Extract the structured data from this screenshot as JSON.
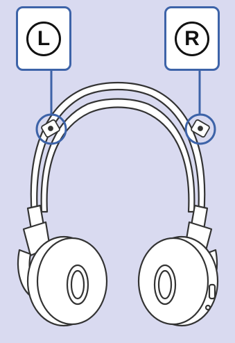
{
  "callouts": {
    "left": {
      "label": "L"
    },
    "right": {
      "label": "R"
    }
  },
  "colors": {
    "background": "#d9daf0",
    "callout_border": "#3d63a8",
    "outline": "#333333",
    "fill": "#ffffff"
  },
  "icons": [
    "headphones-illustration",
    "left-side-mark",
    "right-side-mark",
    "tactile-dot-marker"
  ]
}
